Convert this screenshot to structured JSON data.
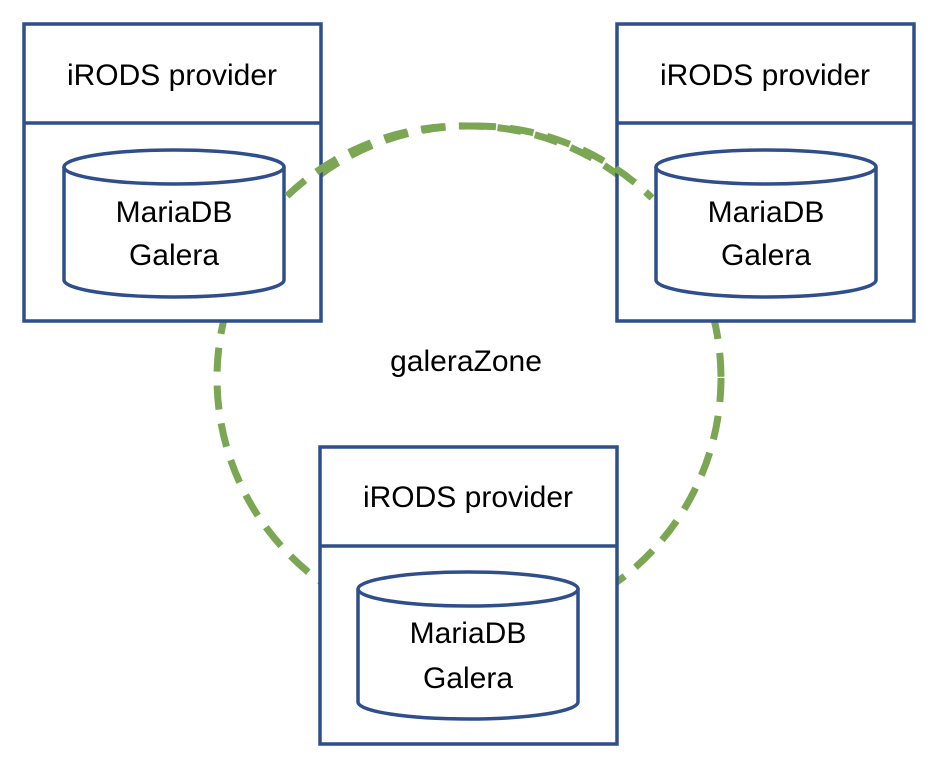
{
  "zone": {
    "label": "galeraZone",
    "ring_color": "#7BA653"
  },
  "box_color": "#2F4E8C",
  "nodes": [
    {
      "title": "iRODS provider",
      "db_line1": "MariaDB",
      "db_line2": "Galera"
    },
    {
      "title": "iRODS provider",
      "db_line1": "MariaDB",
      "db_line2": "Galera"
    },
    {
      "title": "iRODS provider",
      "db_line1": "MariaDB",
      "db_line2": "Galera"
    }
  ]
}
